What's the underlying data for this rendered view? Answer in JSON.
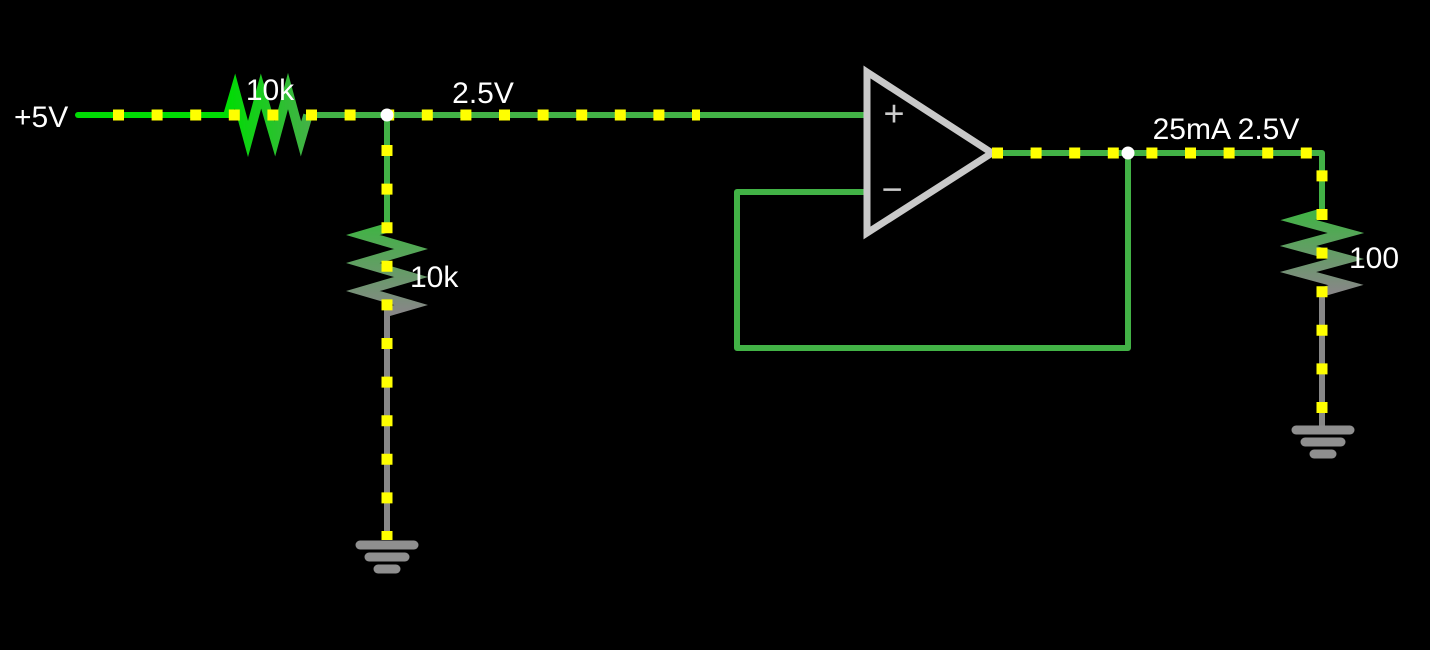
{
  "colors": {
    "background": "#000000",
    "wire_5v": "#00dc04",
    "wire_2v5": "#42b246",
    "wire_0v": "#878787",
    "ground_symbol": "#8f8f8f",
    "opamp_stroke": "#c9c9c9",
    "opamp_sign": "#cccccc",
    "current_dot": "#ffff00",
    "node_dot": "#ffffff",
    "label_text": "#ffffff"
  },
  "schematic": {
    "source_label": "+5V",
    "r1": {
      "value": "10k"
    },
    "divider_voltage": "2.5V",
    "r2": {
      "value": "10k"
    },
    "output_reading": "25mA 2.5V",
    "r3": {
      "value": "100"
    },
    "opamp": {
      "plus": "+",
      "minus": "−"
    }
  },
  "components": [
    {
      "type": "voltage-source-label",
      "text": "+5V"
    },
    {
      "type": "resistor",
      "value": "10k",
      "orientation": "horizontal"
    },
    {
      "type": "resistor",
      "value": "10k",
      "orientation": "vertical"
    },
    {
      "type": "opamp",
      "inputs": [
        "+",
        "−"
      ]
    },
    {
      "type": "resistor",
      "value": "100",
      "orientation": "vertical"
    },
    {
      "type": "ground"
    },
    {
      "type": "ground"
    },
    {
      "type": "voltage-annotation",
      "text": "2.5V"
    },
    {
      "type": "output-annotation",
      "text": "25mA 2.5V"
    }
  ]
}
